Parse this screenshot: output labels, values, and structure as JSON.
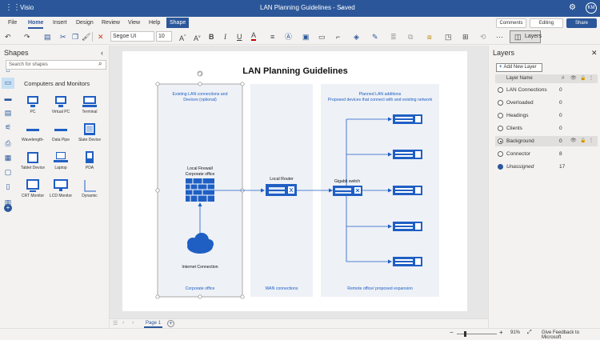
{
  "titlebar": {
    "app": "Visio",
    "doc_title": "LAN Planning Guidelines  -  Saved",
    "avatar": "KM",
    "grid_icon": "app-launcher-icon",
    "gear_icon": "gear-icon"
  },
  "menu": {
    "tabs": [
      "File",
      "Home",
      "Insert",
      "Design",
      "Review",
      "View",
      "Help",
      "Shape"
    ],
    "active": "Home",
    "comments": "Comments",
    "editing": "Editing",
    "share": "Share"
  },
  "toolbar": {
    "font": "Segoe UI",
    "size": "10",
    "layers": "Layers"
  },
  "shapes_panel": {
    "title": "Shapes",
    "search_placeholder": "Search for shapes",
    "stencil": "Computers and Monitors",
    "items": [
      "PC",
      "Virtual PC",
      "Terminal",
      "Wavelength-",
      "Data Pipe",
      "Slate Device",
      "Tablet Device",
      "Laptop",
      "PDA",
      "CRT Monitor",
      "LCD Monitor",
      "Dynamic"
    ]
  },
  "diagram": {
    "title": "LAN Planning Guidelines",
    "col1_header": "Existing LAN connections and Devices (optional)",
    "col1_header_l1": "Existing LAN connections and",
    "col1_header_l2": "Devices (optional)",
    "firewall_l1": "Local Firewall",
    "firewall_l2": "Corporate office",
    "internet": "Internet Connection",
    "col1_footer": "Corporate office",
    "router": "Local Router",
    "col2_footer": "WAN connections",
    "col3_header_l1": "Planned LAN additions",
    "col3_header_l2": "Proposed devices that connect with and existing network",
    "switch": "Gigabit switch",
    "col3_footer": "Remote office/ proposed expansion"
  },
  "pagebar": {
    "page": "Page 1"
  },
  "status": {
    "zoom": "91%",
    "feedback": "Give Feedback to Microsoft"
  },
  "layers_panel": {
    "title": "Layers",
    "add": "Add New Layer",
    "header": "Layer Name",
    "rows": [
      {
        "name": "LAN Connections",
        "count": "0"
      },
      {
        "name": "Overloaded",
        "count": "0"
      },
      {
        "name": "Headings",
        "count": "0"
      },
      {
        "name": "Clients",
        "count": "0"
      },
      {
        "name": "Background",
        "count": "0"
      },
      {
        "name": "Connector",
        "count": "8"
      },
      {
        "name": "Unassigned",
        "count": "17"
      }
    ]
  },
  "colors": {
    "brand": "#2b579a",
    "diagram": "#1f5fc4"
  }
}
